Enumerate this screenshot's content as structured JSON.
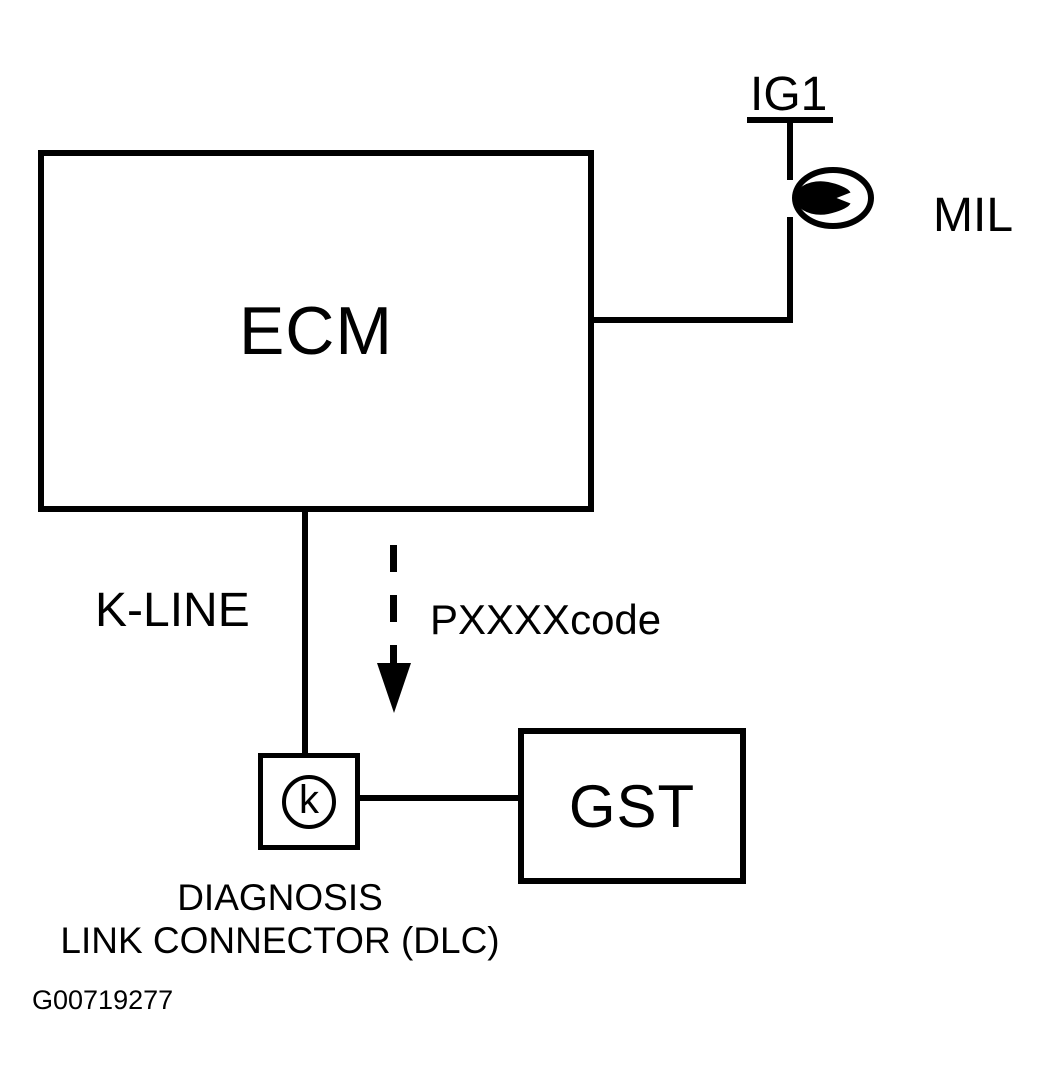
{
  "diagram": {
    "type": "automotive-diagnostic-schematic",
    "nodes": {
      "ecm": {
        "label": "ECM"
      },
      "gst": {
        "label": "GST"
      },
      "dlc": {
        "symbol": "k",
        "caption_line1": "DIAGNOSIS",
        "caption_line2": "LINK CONNECTOR (DLC)"
      },
      "mil": {
        "label": "MIL",
        "symbol": "lamp-bulb"
      },
      "ig1": {
        "label": "IG1"
      }
    },
    "labels": {
      "k_line": "K-LINE",
      "pxxxx_code": "PXXXXcode"
    },
    "figure_id": "G00719277",
    "colors": {
      "line": "#000000",
      "background": "#ffffff"
    }
  }
}
